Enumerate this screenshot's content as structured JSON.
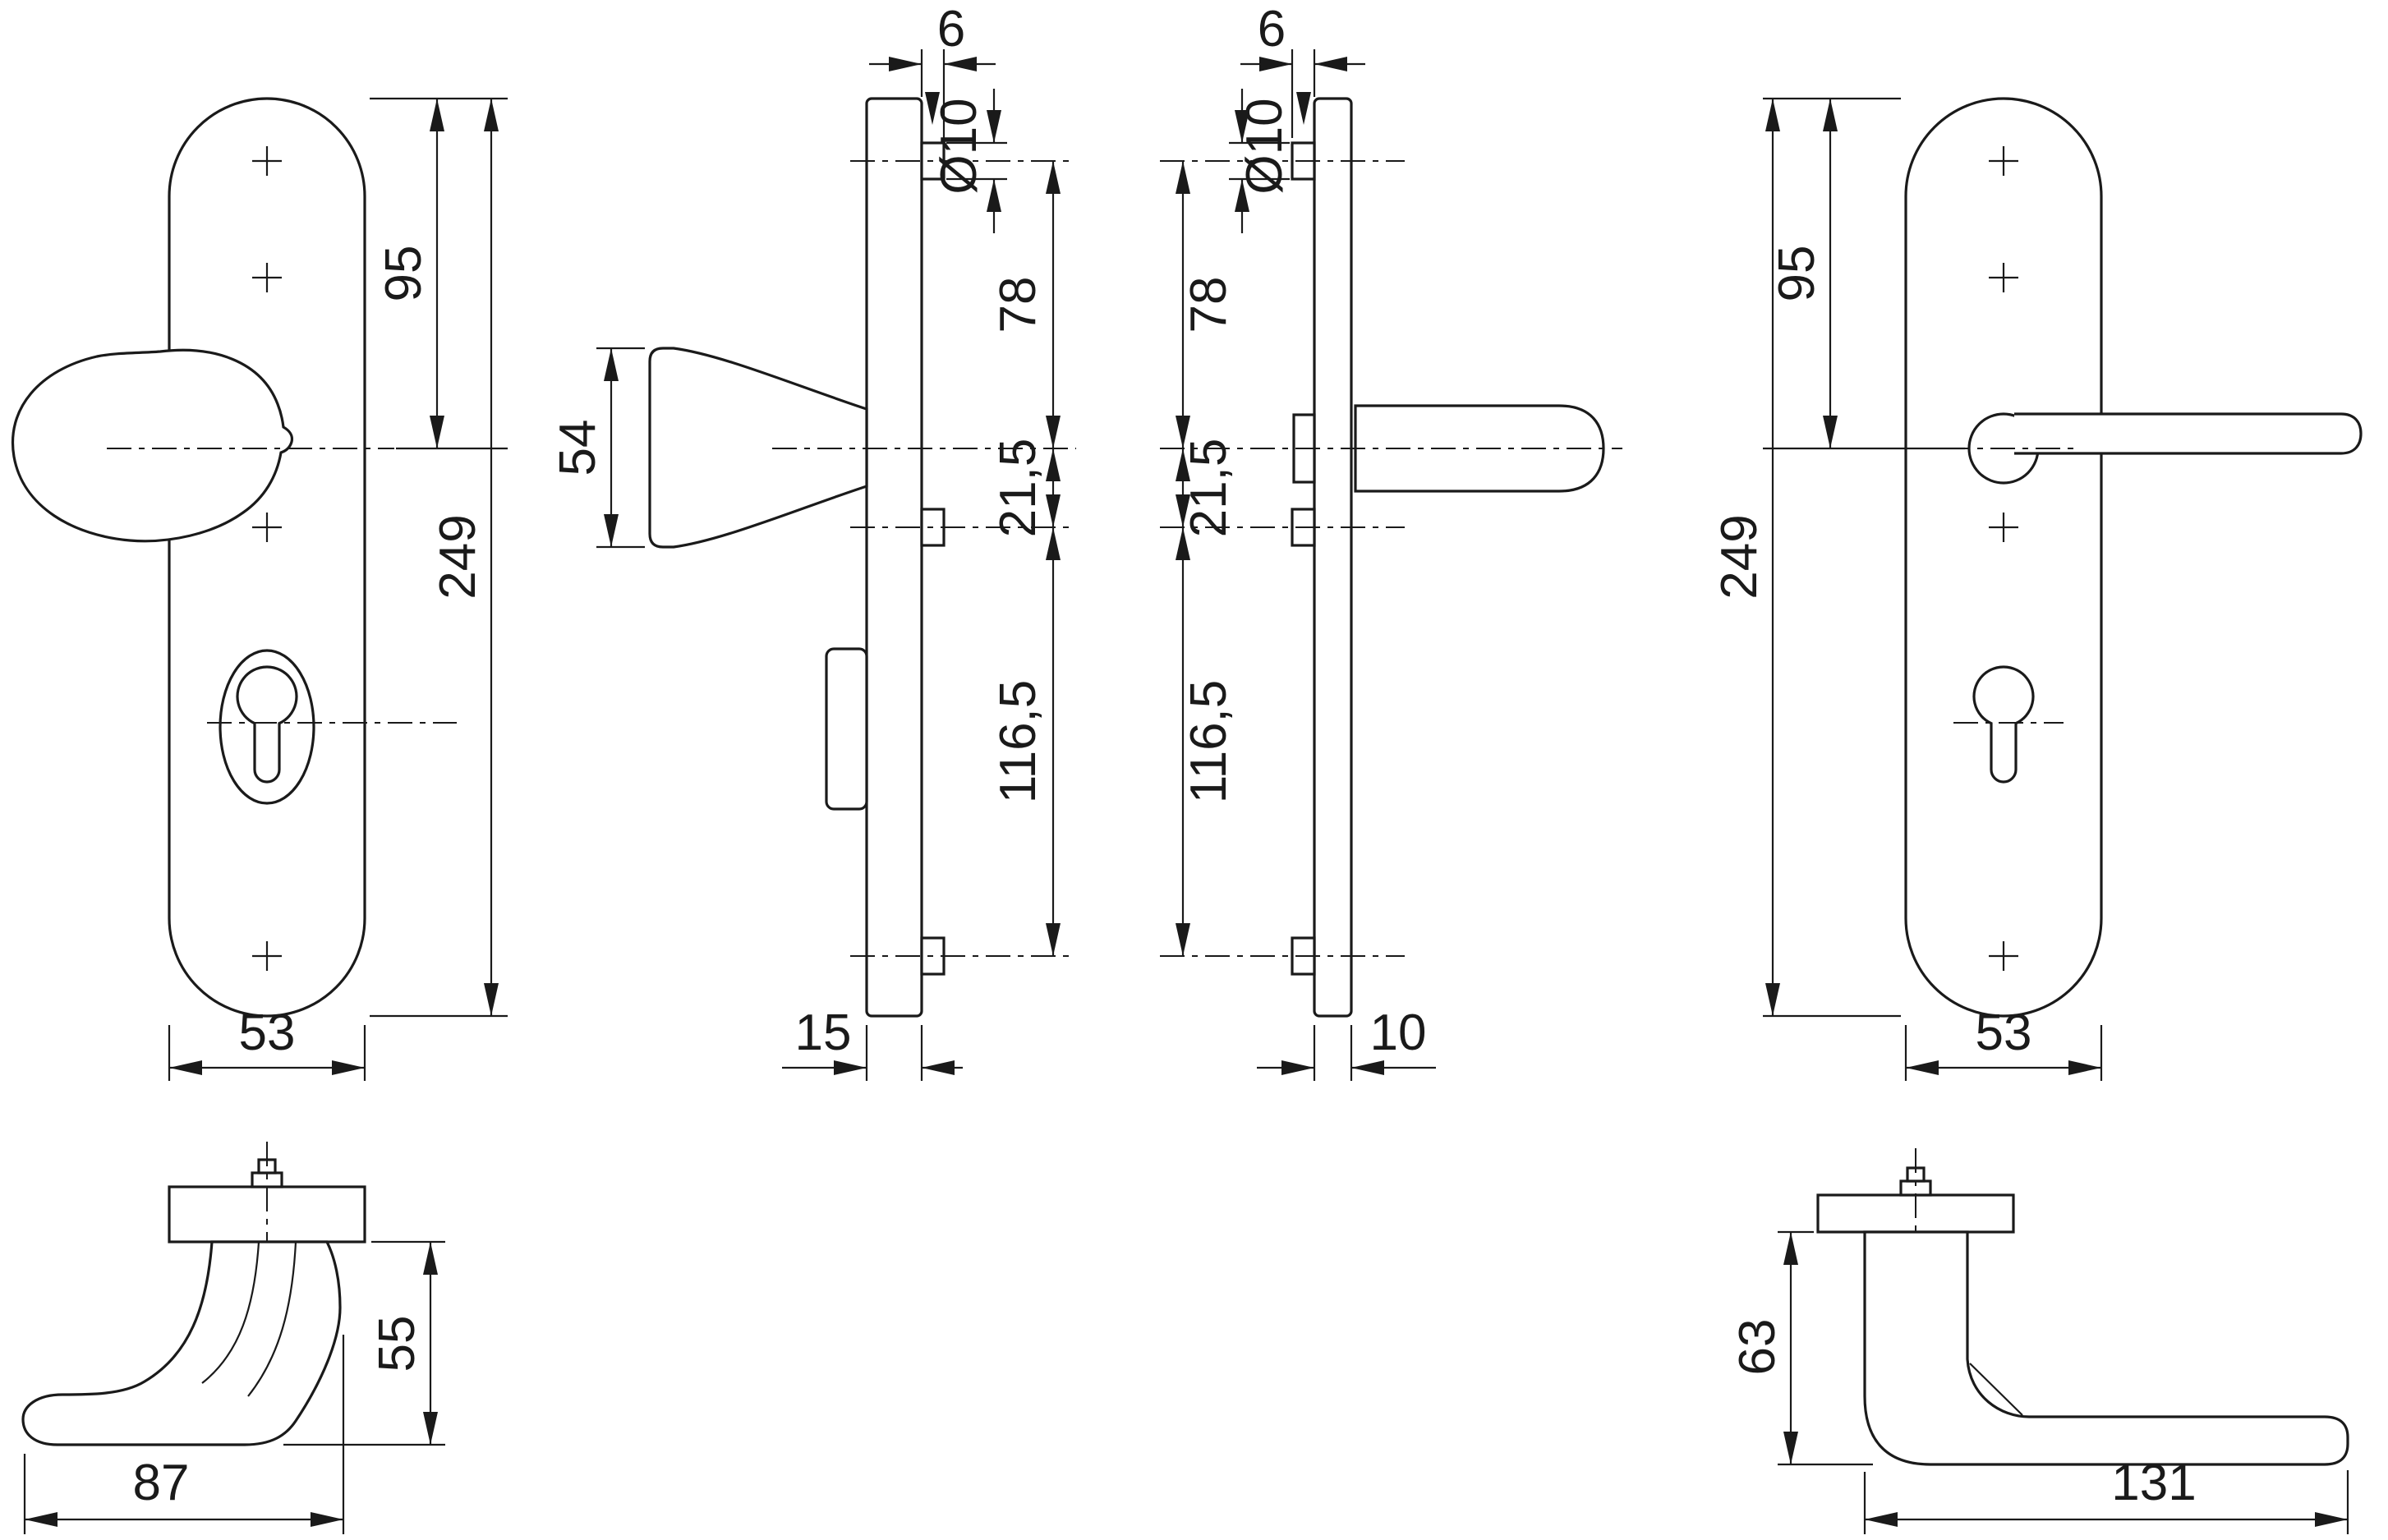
{
  "views": {
    "exterior_front": {
      "dims": {
        "top_to_handle": "95",
        "plate_length": "249",
        "plate_width": "53"
      }
    },
    "exterior_side": {
      "dims": {
        "bolt_protrusion": "6",
        "bolt_diameter": "Ø10",
        "top_screw_to_handle": "78",
        "handle_to_mid_screw": "21,5",
        "mid_to_bottom_screw": "116,5",
        "knob_face": "54",
        "plate_thickness": "15"
      }
    },
    "interior_side": {
      "dims": {
        "bolt_protrusion": "6",
        "bolt_diameter": "Ø10",
        "top_screw_to_handle": "78",
        "handle_to_mid_screw": "21,5",
        "mid_to_bottom_screw": "116,5",
        "plate_thickness": "10"
      }
    },
    "interior_front": {
      "dims": {
        "top_to_handle": "95",
        "plate_length": "249",
        "plate_width": "53"
      }
    },
    "knob_profile": {
      "dims": {
        "projection": "55",
        "depth": "87"
      }
    },
    "lever_profile": {
      "dims": {
        "projection": "63",
        "length": "131"
      }
    }
  }
}
